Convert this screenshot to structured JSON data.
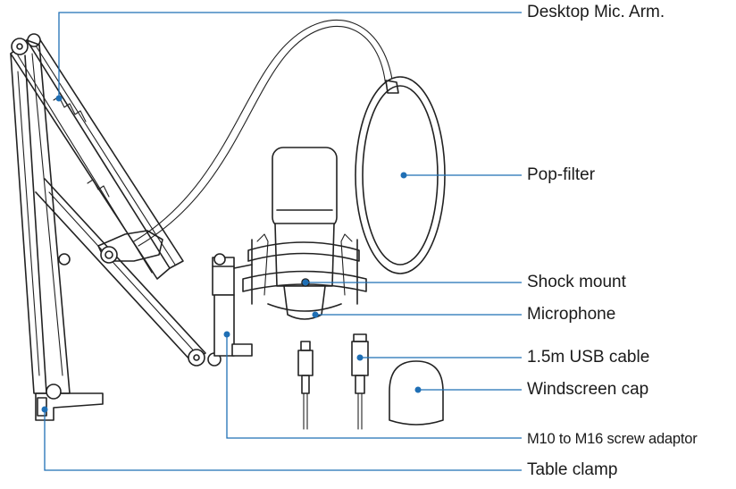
{
  "colors": {
    "leader": "#1f6fb5",
    "ink": "#222222",
    "background": "#ffffff"
  },
  "labels": {
    "desktop_arm": "Desktop Mic. Arm.",
    "pop_filter": "Pop-filter",
    "shock_mount": "Shock mount",
    "microphone": "Microphone",
    "usb_cable": "1.5m USB cable",
    "windscreen_cap": "Windscreen cap",
    "screw_adaptor": "M10 to M16 screw adaptor",
    "table_clamp": "Table clamp"
  }
}
